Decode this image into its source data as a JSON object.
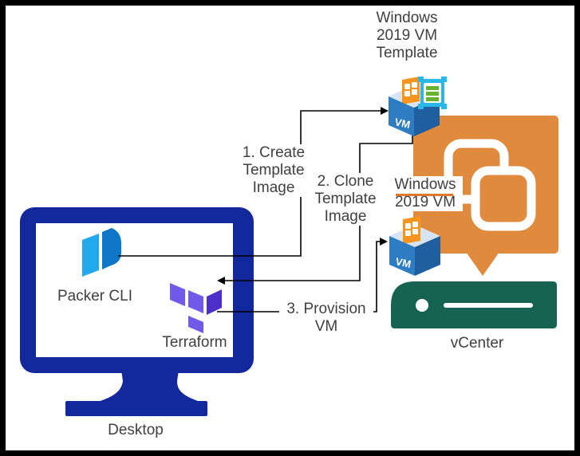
{
  "labels": {
    "vm_template": "Windows\n2019 VM\nTemplate",
    "windows_vm": "Windows\n2019 VM",
    "packer": "Packer CLI",
    "terraform": "Terraform",
    "desktop": "Desktop",
    "vcenter": "vCenter",
    "vm_badge": "VM"
  },
  "edges": {
    "step1": "1. Create\nTemplate\nImage",
    "step2": "2. Clone\nTemplate\nImage",
    "step3": "3. Provision\nVM"
  },
  "colors": {
    "monitor_blue": "#14289D",
    "screen_white": "#ffffff",
    "packer_light": "#22A9ED",
    "packer_dark": "#0E76C6",
    "terraform_light": "#7159EA",
    "terraform_dark": "#4B2FC8",
    "vsphere_orange": "#E08A3E",
    "vcenter_green": "#156350",
    "vm_front": "#2E7CC1",
    "vm_side": "#1F5F9F",
    "vm_top": "#D6E4F4",
    "windows_orange": "#F7941E",
    "template_cyan": "#29B6E8",
    "template_green": "#65B32E",
    "line_black": "#000000",
    "label_text": "#404040",
    "underline_orange": "#E0772F"
  }
}
